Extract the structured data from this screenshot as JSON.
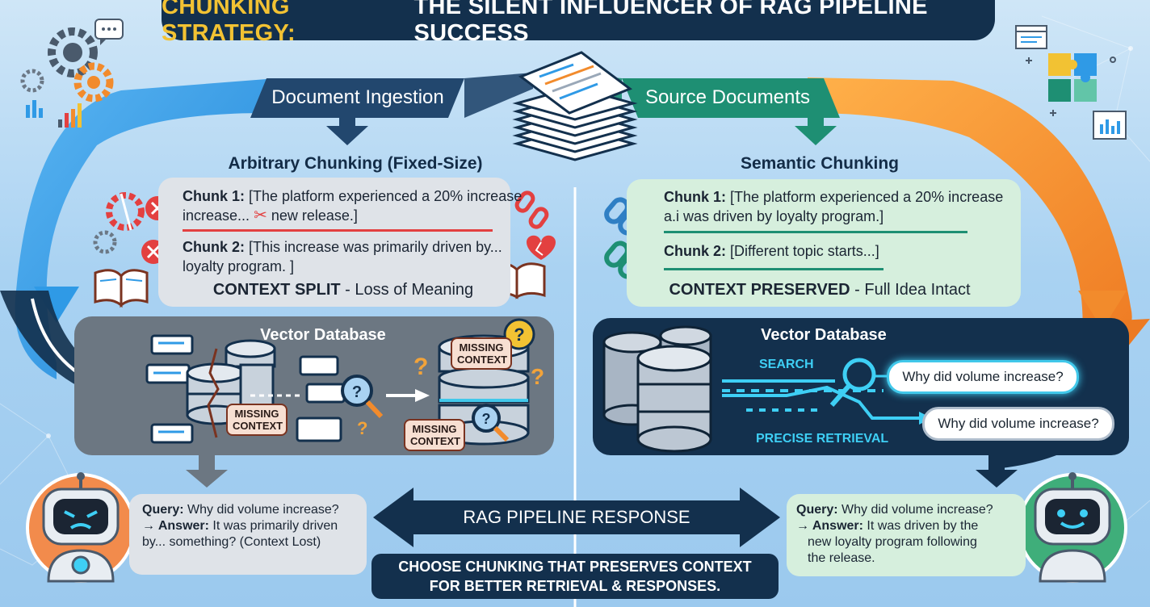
{
  "title": {
    "accent": "CHUNKING STRATEGY:",
    "main": "THE SILENT INFLUENCER OF RAG PIPELINE SUCCESS"
  },
  "banners": {
    "left": "Document Ingestion",
    "right": "Source Documents"
  },
  "left": {
    "heading": "Arbitrary Chunking (Fixed-Size)",
    "chunk1_label": "Chunk 1:",
    "chunk1_line1": "[The platform experienced a 20% increase",
    "chunk1_line2a": "increase...",
    "chunk1_line2b": "new release.]",
    "chunk2_label": "Chunk 2:",
    "chunk2_line1": "[This increase was primarily driven by...",
    "chunk2_line2": "loyalty program.  ]",
    "footer_bold": "CONTEXT SPLIT",
    "footer_rest": " - Loss of Meaning",
    "db_title": "Vector Database",
    "missing_tag": "MISSING\nCONTEXT"
  },
  "right": {
    "heading": "Semantic Chunking",
    "chunk1_label": "Chunk 1:",
    "chunk1_line1": "[The platform experienced a 20% increase",
    "chunk1_line2": "a.i was driven by loyalty program.]",
    "chunk2_label": "Chunk 2:",
    "chunk2_line1": "[Different topic starts...]",
    "footer_bold": "CONTEXT PRESERVED",
    "footer_rest": " - Full Idea Intact",
    "db_title": "Vector Database",
    "search_label": "SEARCH",
    "retrieval_label": "PRECISE RETRIEVAL",
    "query_pill": "Why did volume increase?"
  },
  "answers": {
    "left_q_label": "Query:",
    "left_q": " Why did volume increase?",
    "left_a_label": "→ Answer:",
    "left_a1": " It was primarily driven",
    "left_a2": "by... something? (Context Lost)",
    "right_q_label": "Query:",
    "right_q": " Why did volume increase?",
    "right_a_label": "→ Answer:",
    "right_a1": " It was driven by the",
    "right_a2": "new loyalty program following",
    "right_a3": "the release."
  },
  "pipeline_label": "RAG PIPELINE RESPONSE",
  "cta": {
    "line1": "CHOOSE CHUNKING THAT PRESERVES CONTEXT",
    "line2": "FOR BETTER RETRIEVAL & RESPONSES."
  },
  "colors": {
    "navy": "#13304d",
    "blue": "#2f9ae6",
    "green": "#1e8f73",
    "orange": "#f28b2c",
    "teal": "#3ecff5",
    "red": "#e34040"
  }
}
